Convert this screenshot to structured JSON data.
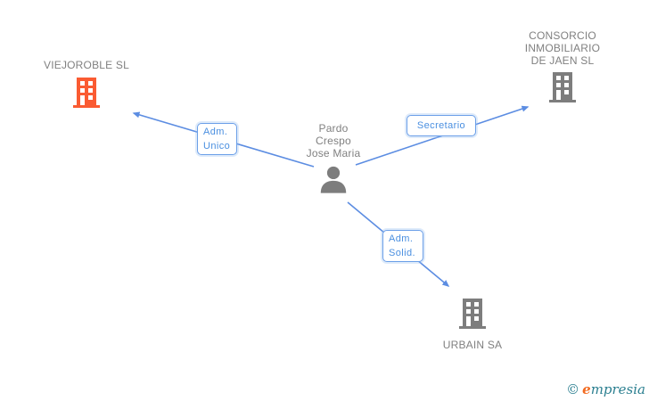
{
  "diagram": {
    "person": {
      "name_lines": [
        "Pardo",
        "Crespo",
        "Jose Maria"
      ]
    },
    "companies": {
      "viejoroble": {
        "name": "VIEJOROBLE SL"
      },
      "consorcio": {
        "name_lines": [
          "CONSORCIO",
          "INMOBILIARIO",
          "DE JAEN SL"
        ]
      },
      "urbain": {
        "name": "URBAIN SA"
      }
    },
    "relations": {
      "adm_unico": {
        "line1": "Adm.",
        "line2": "Unico"
      },
      "secretario": {
        "label": "Secretario"
      },
      "adm_solid": {
        "line1": "Adm.",
        "line2": "Solid."
      }
    }
  },
  "footer": {
    "copyright_symbol": "©",
    "brand_initial": "e",
    "brand_rest": "mpresia"
  },
  "colors": {
    "accent_orange": "#FA5B32",
    "icon_gray": "#7D7D7D",
    "line_blue": "#5C8DE2",
    "label_blue": "#4A8FE0",
    "label_border": "#6B9FE8",
    "text_gray": "#808080",
    "logo_teal": "#2B7F90",
    "logo_orange": "#F26B21"
  }
}
